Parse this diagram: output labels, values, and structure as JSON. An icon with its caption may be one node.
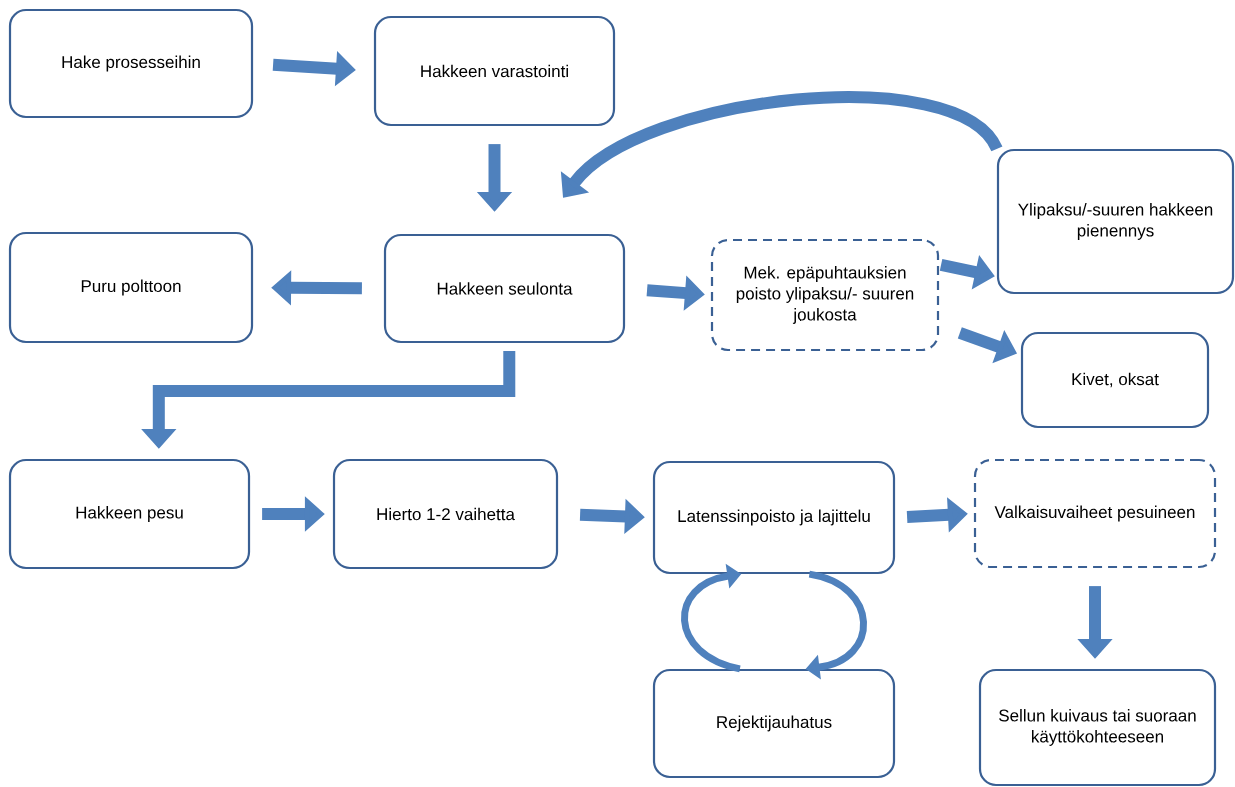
{
  "diagram": {
    "nodes": [
      {
        "text": [
          "Hake prosesseihin"
        ]
      },
      {
        "text": [
          "Hakkeen varastointi"
        ]
      },
      {
        "text": [
          "Ylipaksu/-suuren hakkeen pienennys"
        ]
      },
      {
        "text": [
          "Puru polttoon"
        ]
      },
      {
        "text": [
          "Hakkeen seulonta"
        ]
      },
      {
        "text": [
          "Mek. epäpuhtauksien poisto ylipaksu/- suuren joukosta"
        ]
      },
      {
        "text": [
          "Kivet, oksat"
        ]
      },
      {
        "text": [
          "Hakkeen pesu"
        ]
      },
      {
        "text": [
          "Hierto 1-2 vaihetta"
        ]
      },
      {
        "text": [
          "Latenssinpoisto ja lajittelu"
        ]
      },
      {
        "text": [
          "Valkaisuvaiheet pesuineen"
        ]
      },
      {
        "text": [
          "Rejektijauhatus"
        ]
      },
      {
        "text": [
          "Sellun kuivaus  tai suoraan käyttökohteeseen"
        ]
      }
    ],
    "edges": [
      {
        "from": 0,
        "to": 1,
        "arrow": "to"
      },
      {
        "from": 1,
        "to": 4,
        "arrow": "to"
      },
      {
        "from": 2,
        "to": 4,
        "arrow": "to"
      },
      {
        "from": 4,
        "to": 3,
        "arrow": "to"
      },
      {
        "from": 4,
        "to": 5,
        "arrow": "to"
      },
      {
        "from": 5,
        "to": 2,
        "arrow": "to"
      },
      {
        "from": 5,
        "to": 6,
        "arrow": "to"
      },
      {
        "from": 4,
        "to": 7,
        "arrow": "to"
      },
      {
        "from": 7,
        "to": 8,
        "arrow": "to"
      },
      {
        "from": 8,
        "to": 9,
        "arrow": "to"
      },
      {
        "from": 9,
        "to": 10,
        "arrow": "to"
      },
      {
        "from": 10,
        "to": 12,
        "arrow": "to"
      },
      {
        "from": 9,
        "to": 11,
        "arrow": "to"
      },
      {
        "from": 11,
        "to": 9,
        "arrow": "to"
      }
    ]
  }
}
